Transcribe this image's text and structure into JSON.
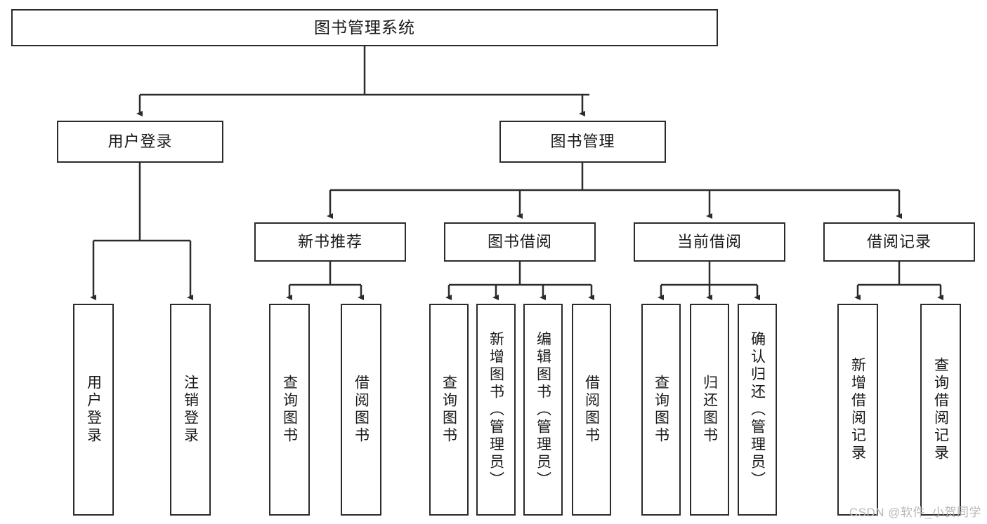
{
  "diagram": {
    "title": "图书管理系统",
    "type": "tree",
    "watermark": "CSDN @软件_小贺同学",
    "stroke_color": "#2b2b2b",
    "fill_color": "#ffffff",
    "text_color": "#1a1a1a",
    "watermark_color": "#b9b9b9"
  },
  "nodes": {
    "root": {
      "label": "图书管理系统",
      "level": 0
    },
    "l1": [
      {
        "id": "user_login",
        "label": "用户登录",
        "level": 1
      },
      {
        "id": "book_mgmt",
        "label": "图书管理",
        "level": 1
      }
    ],
    "l2": [
      {
        "id": "new_book_rec",
        "label": "新书推荐",
        "level": 2,
        "parent": "book_mgmt"
      },
      {
        "id": "book_borrow",
        "label": "图书借阅",
        "level": 2,
        "parent": "book_mgmt"
      },
      {
        "id": "current_borrow",
        "label": "当前借阅",
        "level": 2,
        "parent": "book_mgmt"
      },
      {
        "id": "borrow_record",
        "label": "借阅记录",
        "level": 2,
        "parent": "book_mgmt"
      }
    ],
    "leaves": [
      {
        "id": "leaf_user_login",
        "label": "用户登录",
        "parent": "user_login"
      },
      {
        "id": "leaf_user_logout",
        "label": "注销登录",
        "parent": "user_login"
      },
      {
        "id": "leaf_query_book_1",
        "label": "查询图书",
        "parent": "new_book_rec"
      },
      {
        "id": "leaf_borrow_book_1",
        "label": "借阅图书",
        "parent": "new_book_rec"
      },
      {
        "id": "leaf_query_book_2",
        "label": "查询图书",
        "parent": "book_borrow"
      },
      {
        "id": "leaf_add_book",
        "label": "新增图书（管理员）",
        "parent": "book_borrow"
      },
      {
        "id": "leaf_edit_book",
        "label": "编辑图书（管理员）",
        "parent": "book_borrow"
      },
      {
        "id": "leaf_borrow_book_2",
        "label": "借阅图书",
        "parent": "book_borrow"
      },
      {
        "id": "leaf_query_book_3",
        "label": "查询图书",
        "parent": "current_borrow"
      },
      {
        "id": "leaf_return_book",
        "label": "归还图书",
        "parent": "current_borrow"
      },
      {
        "id": "leaf_confirm_return",
        "label": "确认归还（管理员）",
        "parent": "current_borrow"
      },
      {
        "id": "leaf_add_record",
        "label": "新增借阅记录",
        "parent": "borrow_record"
      },
      {
        "id": "leaf_query_record",
        "label": "查询借阅记录",
        "parent": "borrow_record"
      }
    ]
  }
}
